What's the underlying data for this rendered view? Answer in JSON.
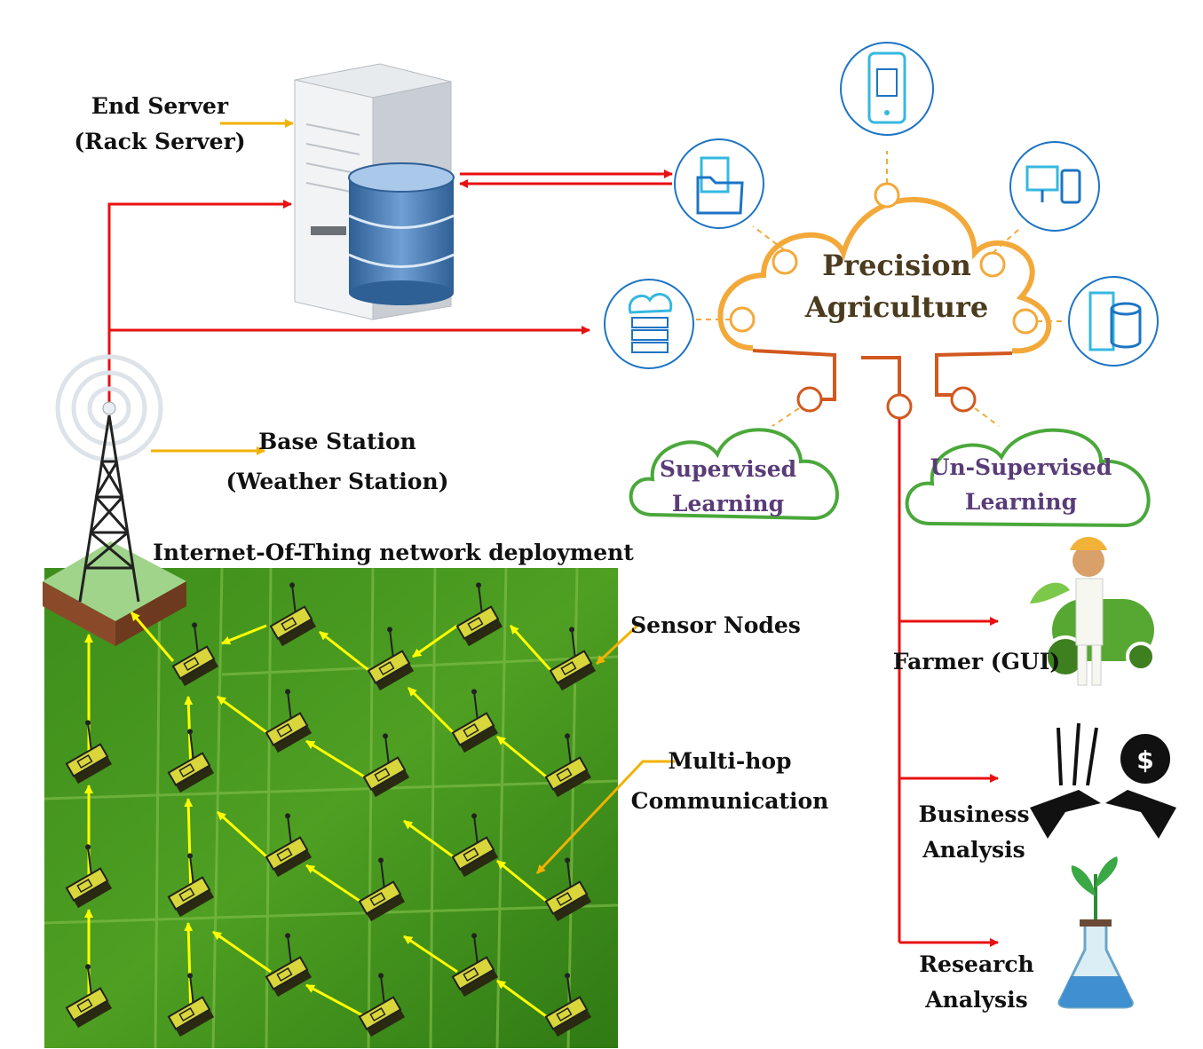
{
  "labels": {
    "end_server_line1": "End Server",
    "end_server_line2": "(Rack Server)",
    "base_station_line1": "Base Station",
    "base_station_line2": "(Weather Station)",
    "iot_title": "Internet-Of-Thing network deployment",
    "sensor_nodes": "Sensor Nodes",
    "multihop_line1": "Multi-hop",
    "multihop_line2": "Communication"
  },
  "cloud": {
    "title_line1": "Precision",
    "title_line2": "Agriculture",
    "supervised_line1": "Supervised",
    "supervised_line2": "Learning",
    "unsupervised_line1": "Un-Supervised",
    "unsupervised_line2": "Learning"
  },
  "outputs": {
    "farmer": "Farmer (GUI)",
    "business_line1": "Business",
    "business_line2": "Analysis",
    "research_line1": "Research",
    "research_line2": "Analysis"
  },
  "icons": {
    "mobile": "smartphone-icon",
    "documents": "document-folder-icon",
    "computers": "desktop-devices-icon",
    "cloud_server": "cloud-server-icon",
    "database_server": "database-server-icon",
    "farmer": "farmer-tractor-icon",
    "business": "hands-money-wheat-icon",
    "research": "plant-flask-icon"
  },
  "colors": {
    "link_red": "#e81010",
    "link_yellow": "#f2b200",
    "hop_yellow": "#ffff00",
    "cloud_orange": "#f3a93a",
    "cloud_green": "#4aa83a",
    "icon_blue": "#1d74c4",
    "field_green": "#3f8d1a"
  }
}
